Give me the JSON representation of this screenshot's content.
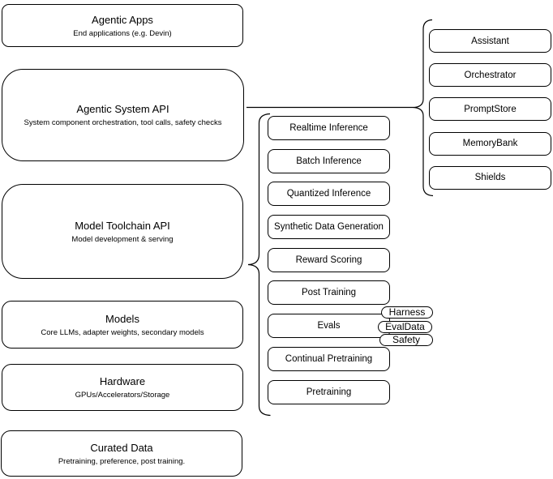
{
  "diagram": {
    "stack": [
      {
        "title": "Agentic Apps",
        "subtitle": "End applications (e.g. Devin)"
      },
      {
        "title": "Agentic System API",
        "subtitle": "System component orchestration, tool calls, safety checks"
      },
      {
        "title": "Model Toolchain API",
        "subtitle": "Model development & serving"
      },
      {
        "title": "Models",
        "subtitle": "Core LLMs, adapter weights, secondary models"
      },
      {
        "title": "Hardware",
        "subtitle": "GPUs/Accelerators/Storage"
      },
      {
        "title": "Curated Data",
        "subtitle": "Pretraining, preference, post training."
      }
    ],
    "toolchain": {
      "items": [
        "Realtime Inference",
        "Batch Inference",
        "Quantized Inference",
        "Synthetic Data Generation",
        "Reward Scoring",
        "Post Training",
        "Evals",
        "Continual Pretraining",
        "Pretraining"
      ]
    },
    "evals_tags": [
      "Harness",
      "EvalData",
      "Safety"
    ],
    "components": {
      "items": [
        "Assistant",
        "Orchestrator",
        "PromptStore",
        "MemoryBank",
        "Shields"
      ]
    },
    "colors": {
      "stroke": "#000000",
      "background": "#ffffff",
      "text": "#000000"
    }
  }
}
